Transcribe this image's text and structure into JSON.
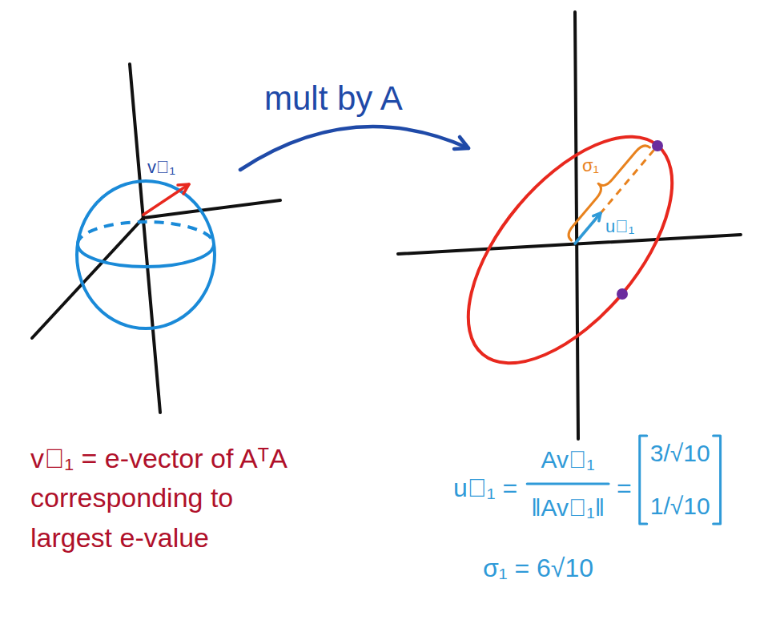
{
  "diagram": {
    "labels": [
      "mult by A",
      "v⃗₁",
      "u⃗₁",
      "σ₁",
      "v⃗₁ = e-vector of AᵀA corresponding to largest e-value",
      "u⃗₁ =",
      "Av⃗₁",
      "‖Av⃗₁‖",
      "=",
      "3/√10",
      "1/√10",
      "σ₁ = 6√10"
    ]
  }
}
